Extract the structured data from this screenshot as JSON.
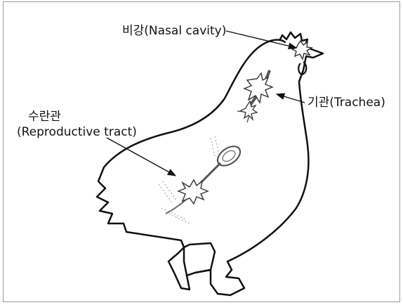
{
  "labels": {
    "nasal_cavity": "비강(Nasal cavity)",
    "trachea": "기관(Trachea)",
    "reproductive_line1": "수란관",
    "reproductive_line2": "(Reproductive tract)"
  },
  "colors": {
    "outline": "#111111",
    "organ": "#555555",
    "dots": "#9a9a9a",
    "frame": "#9a9a9a"
  }
}
